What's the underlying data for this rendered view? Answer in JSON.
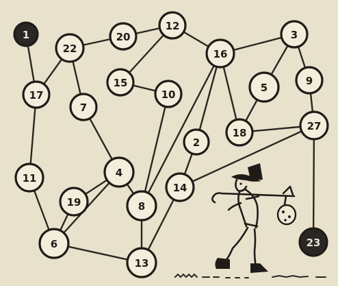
{
  "diagram": {
    "nodes": [
      {
        "id": "n1",
        "label": "1",
        "filled": true
      },
      {
        "id": "n22",
        "label": "22",
        "filled": false
      },
      {
        "id": "n20",
        "label": "20",
        "filled": false
      },
      {
        "id": "n12",
        "label": "12",
        "filled": false
      },
      {
        "id": "n16",
        "label": "16",
        "filled": false
      },
      {
        "id": "n3",
        "label": "3",
        "filled": false
      },
      {
        "id": "n17",
        "label": "17",
        "filled": false
      },
      {
        "id": "n15",
        "label": "15",
        "filled": false
      },
      {
        "id": "n10",
        "label": "10",
        "filled": false
      },
      {
        "id": "n7",
        "label": "7",
        "filled": false
      },
      {
        "id": "n5",
        "label": "5",
        "filled": false
      },
      {
        "id": "n9",
        "label": "9",
        "filled": false
      },
      {
        "id": "n2",
        "label": "2",
        "filled": false
      },
      {
        "id": "n18",
        "label": "18",
        "filled": false
      },
      {
        "id": "n27",
        "label": "27",
        "filled": false
      },
      {
        "id": "n11",
        "label": "11",
        "filled": false
      },
      {
        "id": "n4",
        "label": "4",
        "filled": false
      },
      {
        "id": "n14",
        "label": "14",
        "filled": false
      },
      {
        "id": "n19",
        "label": "19",
        "filled": false
      },
      {
        "id": "n8",
        "label": "8",
        "filled": false
      },
      {
        "id": "n6",
        "label": "6",
        "filled": false
      },
      {
        "id": "n13",
        "label": "13",
        "filled": false
      },
      {
        "id": "n23",
        "label": "23",
        "filled": true
      }
    ],
    "edges": [
      [
        "n1",
        "n17"
      ],
      [
        "n17",
        "n22"
      ],
      [
        "n22",
        "n20"
      ],
      [
        "n22",
        "n7"
      ],
      [
        "n20",
        "n12"
      ],
      [
        "n12",
        "n16"
      ],
      [
        "n12",
        "n15"
      ],
      [
        "n15",
        "n10"
      ],
      [
        "n16",
        "n3"
      ],
      [
        "n16",
        "n2"
      ],
      [
        "n16",
        "n18"
      ],
      [
        "n16",
        "n8"
      ],
      [
        "n3",
        "n5"
      ],
      [
        "n3",
        "n9"
      ],
      [
        "n5",
        "n18"
      ],
      [
        "n9",
        "n27"
      ],
      [
        "n18",
        "n27"
      ],
      [
        "n27",
        "n14"
      ],
      [
        "n27",
        "n23"
      ],
      [
        "n17",
        "n11"
      ],
      [
        "n11",
        "n6"
      ],
      [
        "n7",
        "n4"
      ],
      [
        "n4",
        "n8"
      ],
      [
        "n4",
        "n19"
      ],
      [
        "n4",
        "n6"
      ],
      [
        "n10",
        "n8"
      ],
      [
        "n2",
        "n14"
      ],
      [
        "n14",
        "n13"
      ],
      [
        "n19",
        "n6"
      ],
      [
        "n8",
        "n13"
      ],
      [
        "n6",
        "n13"
      ]
    ]
  }
}
